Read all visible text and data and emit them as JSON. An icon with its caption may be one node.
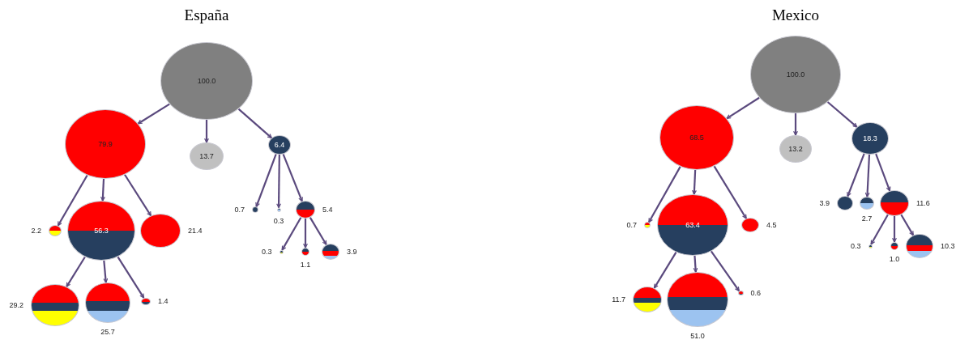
{
  "diagram": {
    "nodes": [
      {
        "text": [
          "100.0"
        ]
      },
      {
        "text": [
          "79.9"
        ]
      },
      {
        "text": [
          "13.7"
        ]
      },
      {
        "text": [
          "6.4"
        ]
      },
      {
        "text": [
          "2.2"
        ]
      },
      {
        "text": [
          "56.3"
        ]
      },
      {
        "text": [
          "21.4"
        ]
      },
      {
        "text": [
          "0.7"
        ]
      },
      {
        "text": [
          "0.3"
        ]
      },
      {
        "text": [
          "5.4"
        ]
      },
      {
        "text": [
          "29.2"
        ]
      },
      {
        "text": [
          "25.7"
        ]
      },
      {
        "text": [
          "1.4"
        ]
      },
      {
        "text": [
          "0.3"
        ]
      },
      {
        "text": [
          "1.1"
        ]
      },
      {
        "text": [
          "3.9"
        ]
      },
      {
        "text": [
          "100.0"
        ]
      },
      {
        "text": [
          "68.5"
        ]
      },
      {
        "text": [
          "13.2"
        ]
      },
      {
        "text": [
          "18.3"
        ]
      },
      {
        "text": [
          "0.7"
        ]
      },
      {
        "text": [
          "63.4"
        ]
      },
      {
        "text": [
          "4.5"
        ]
      },
      {
        "text": [
          "3.9"
        ]
      },
      {
        "text": [
          "2.7"
        ]
      },
      {
        "text": [
          "11.6"
        ]
      },
      {
        "text": [
          "0.3"
        ]
      },
      {
        "text": [
          "1.0"
        ]
      },
      {
        "text": [
          "10.3"
        ]
      },
      {
        "text": [
          "11.7"
        ]
      },
      {
        "text": [
          "51.0"
        ]
      },
      {
        "text": [
          "0.6"
        ]
      }
    ],
    "edges": [
      {
        "from": 0,
        "to": 1,
        "arrow": "to"
      },
      {
        "from": 0,
        "to": 2,
        "arrow": "to"
      },
      {
        "from": 0,
        "to": 3,
        "arrow": "to"
      },
      {
        "from": 1,
        "to": 4,
        "arrow": "to"
      },
      {
        "from": 1,
        "to": 5,
        "arrow": "to"
      },
      {
        "from": 1,
        "to": 6,
        "arrow": "to"
      },
      {
        "from": 3,
        "to": 7,
        "arrow": "to"
      },
      {
        "from": 3,
        "to": 8,
        "arrow": "to"
      },
      {
        "from": 3,
        "to": 9,
        "arrow": "to"
      },
      {
        "from": 5,
        "to": 10,
        "arrow": "to"
      },
      {
        "from": 5,
        "to": 11,
        "arrow": "to"
      },
      {
        "from": 5,
        "to": 12,
        "arrow": "to"
      },
      {
        "from": 9,
        "to": 13,
        "arrow": "to"
      },
      {
        "from": 9,
        "to": 14,
        "arrow": "to"
      },
      {
        "from": 9,
        "to": 15,
        "arrow": "to"
      },
      {
        "from": 16,
        "to": 17,
        "arrow": "to"
      },
      {
        "from": 16,
        "to": 18,
        "arrow": "to"
      },
      {
        "from": 16,
        "to": 19,
        "arrow": "to"
      },
      {
        "from": 17,
        "to": 20,
        "arrow": "to"
      },
      {
        "from": 17,
        "to": 21,
        "arrow": "to"
      },
      {
        "from": 17,
        "to": 22,
        "arrow": "to"
      },
      {
        "from": 19,
        "to": 23,
        "arrow": "to"
      },
      {
        "from": 19,
        "to": 24,
        "arrow": "to"
      },
      {
        "from": 19,
        "to": 25,
        "arrow": "to"
      },
      {
        "from": 25,
        "to": 26,
        "arrow": "to"
      },
      {
        "from": 25,
        "to": 27,
        "arrow": "to"
      },
      {
        "from": 25,
        "to": 28,
        "arrow": "to"
      },
      {
        "from": 21,
        "to": 29,
        "arrow": "to"
      },
      {
        "from": 21,
        "to": 30,
        "arrow": "to"
      },
      {
        "from": 21,
        "to": 31,
        "arrow": "to"
      }
    ],
    "labels": [
      "España",
      "Mexico"
    ]
  }
}
